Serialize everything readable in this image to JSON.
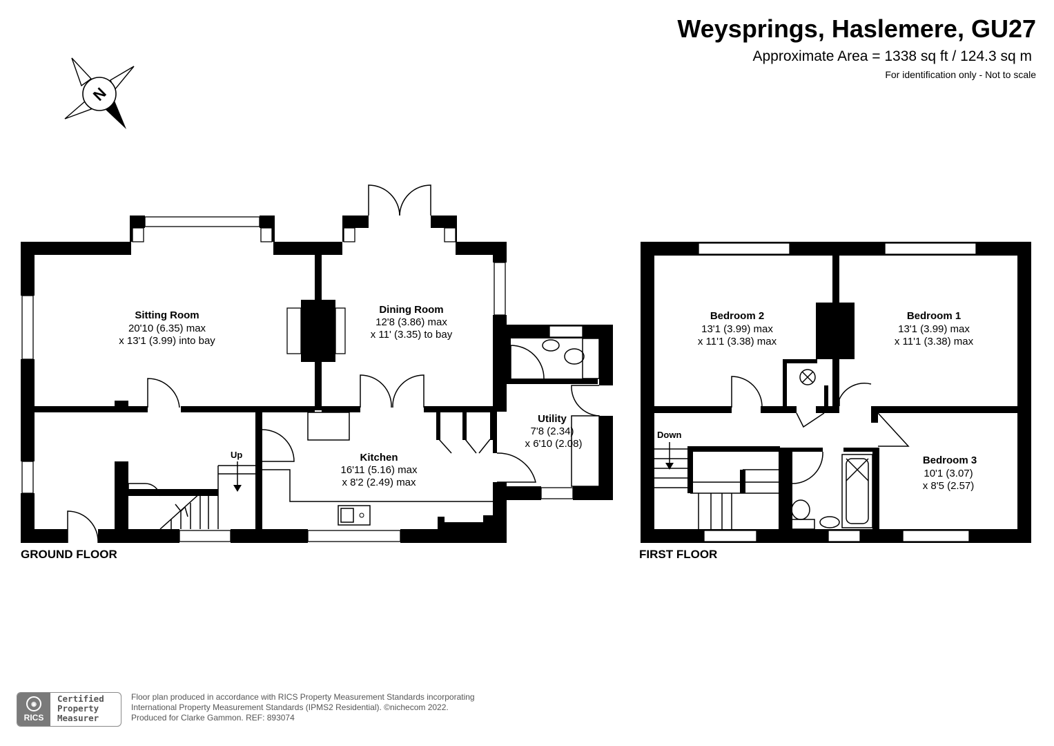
{
  "header": {
    "title": "Weysprings, Haslemere, GU27",
    "area": "Approximate Area = 1338 sq ft / 124.3 sq m",
    "note": "For identification only - Not to scale"
  },
  "compass": {
    "label": "N"
  },
  "ground_floor": {
    "label": "GROUND FLOOR",
    "stairs_label": "Up",
    "rooms": [
      {
        "name": "Sitting Room",
        "line1": "20'10 (6.35) max",
        "line2": "x 13'1 (3.99) into bay"
      },
      {
        "name": "Dining Room",
        "line1": "12'8 (3.86) max",
        "line2": "x 11' (3.35) to bay"
      },
      {
        "name": "Kitchen",
        "line1": "16'11 (5.16) max",
        "line2": "x 8'2 (2.49) max"
      },
      {
        "name": "Utility",
        "line1": "7'8 (2.34)",
        "line2": "x 6'10 (2.08)"
      }
    ]
  },
  "first_floor": {
    "label": "FIRST FLOOR",
    "stairs_label": "Down",
    "rooms": [
      {
        "name": "Bedroom 2",
        "line1": "13'1 (3.99) max",
        "line2": "x 11'1 (3.38) max"
      },
      {
        "name": "Bedroom 1",
        "line1": "13'1 (3.99) max",
        "line2": "x 11'1 (3.38) max"
      },
      {
        "name": "Bedroom 3",
        "line1": "10'1 (3.07)",
        "line2": "x 8'5 (2.57)"
      }
    ]
  },
  "footer": {
    "badge_logo": "RICS",
    "badge_lines": [
      "Certified",
      "Property",
      "Measurer"
    ],
    "text_lines": [
      "Floor plan produced in accordance with RICS Property Measurement Standards incorporating",
      "International Property Measurement Standards (IPMS2 Residential).   ©nichecom 2022.",
      "Produced for Clarke Gammon.   REF:  893074"
    ]
  }
}
